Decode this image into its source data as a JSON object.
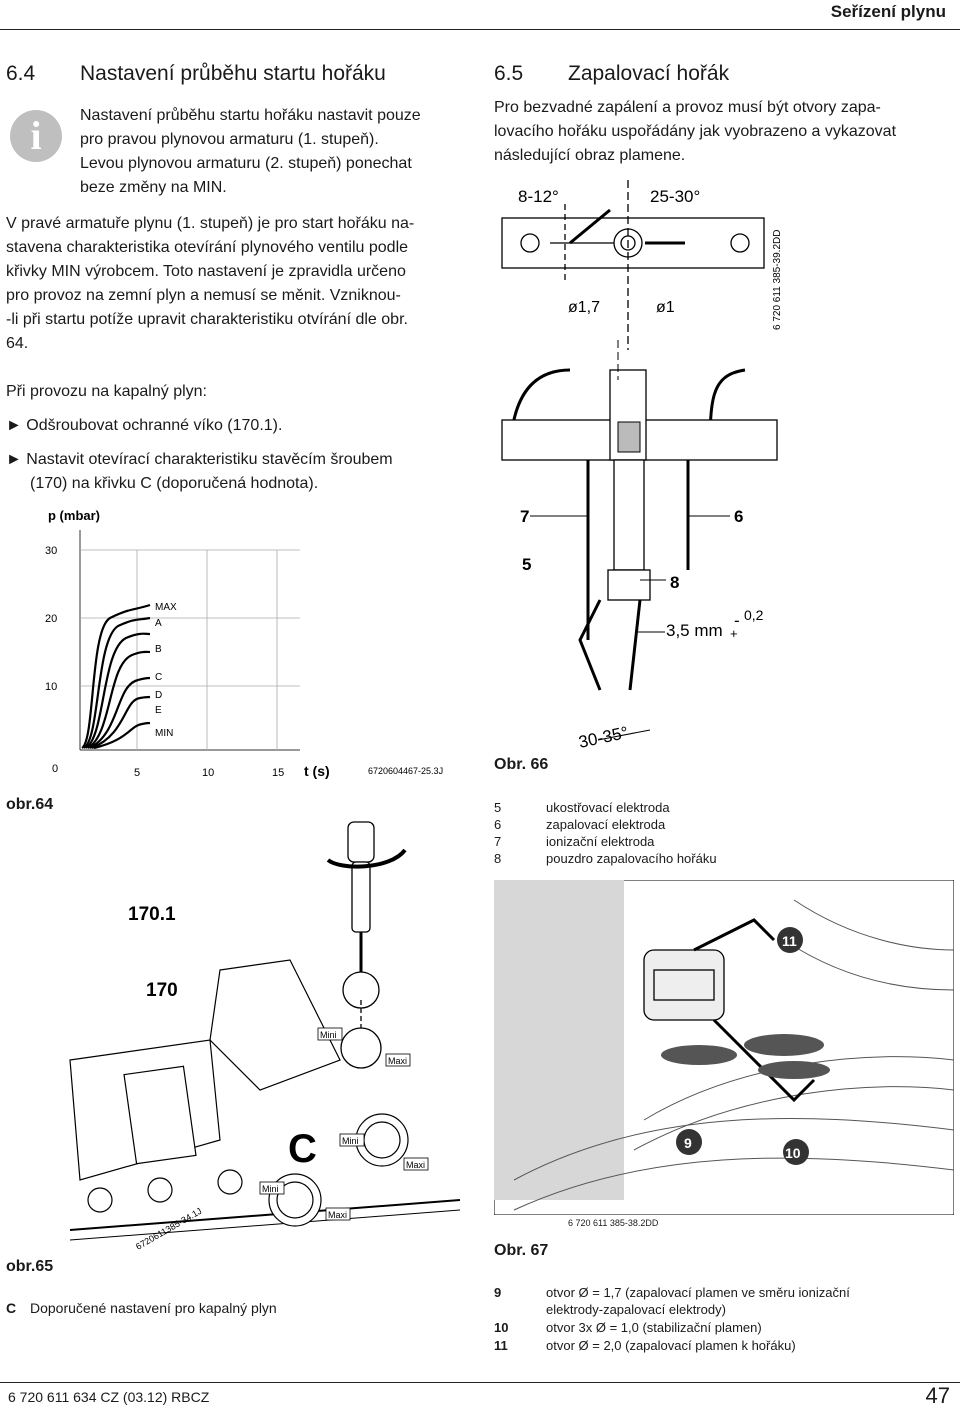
{
  "header": {
    "title": "Seřízení plynu"
  },
  "sec64": {
    "num": "6.4",
    "title": "Nastavení průběhu startu hořáku",
    "note_lines": [
      "Nastavení průběhu startu hořáku nastavit pouze",
      "pro pravou plynovou armaturu (1. stupeň).",
      "Levou plynovou armaturu (2. stupeň) ponechat",
      "beze změny na MIN."
    ],
    "p1_lines": [
      "V pravé armatuře plynu (1. stupeň) je pro start hořáku na-",
      "stavena charakteristika otevírání plynového ventilu podle",
      "křivky MIN výrobcem. Toto nastavení je zpravidla určeno",
      "pro provoz na zemní plyn a nemusí se měnit. Vzniknou-",
      "-li při startu potíže upravit charakteristiku otvírání dle obr.",
      "64."
    ],
    "p2": "Při provozu na kapalný plyn:",
    "bullet1": "Odšroubovat ochranné víko (170.1).",
    "bullet2_lines": [
      "Nastavit otevírací charakteristiku stavěcím šroubem",
      "(170) na křivku C (doporučená hodnota)."
    ]
  },
  "sec65": {
    "num": "6.5",
    "title": "Zapalovací hořák",
    "p_lines": [
      "Pro bezvadné zapálení a provoz musí být otvory zapa-",
      "lovacího hořáku uspořádány jak vyobrazeno a vykazovat",
      "následující obraz plamene."
    ]
  },
  "fig64": {
    "ylabel": "p (mbar)",
    "xlabel": "t (s)",
    "yticks": [
      "30",
      "20",
      "10",
      "0"
    ],
    "xticks": [
      "5",
      "10",
      "15"
    ],
    "curves": [
      "MAX",
      "A",
      "B",
      "C",
      "D",
      "E",
      "MIN"
    ],
    "code": "6720604467-25.3J",
    "caption": "obr.64"
  },
  "fig66": {
    "angle_top_left": "8-12°",
    "angle_top_right": "25-30°",
    "d1": "ø1,7",
    "d2": "ø1",
    "side_code": "6 720 611 385-39.2DD",
    "n7": "7",
    "n6": "6",
    "n5": "5",
    "n8": "8",
    "gap": "3,5 mm",
    "tol_minus": "-",
    "tol_plus": "+",
    "tol": "0,2",
    "angle_bottom": "30-35°",
    "caption": "Obr. 66"
  },
  "legend66": [
    {
      "n": "5",
      "t": "ukostřovací elektroda"
    },
    {
      "n": "6",
      "t": "zapalovací elektroda"
    },
    {
      "n": "7",
      "t": "ionizační elektroda"
    },
    {
      "n": "8",
      "t": "pouzdro zapalovacího hořáku"
    }
  ],
  "fig65": {
    "l1701": "170.1",
    "l170": "170",
    "lC": "C",
    "mini": "Mini",
    "maxi": "Maxi",
    "code": "6720611385-34.1J",
    "caption": "obr.65",
    "legend_key": "C",
    "legend_text": "Doporučené nastavení pro kapalný plyn"
  },
  "fig67": {
    "n9": "9",
    "n10": "10",
    "n11": "11",
    "code": "6 720 611 385-38.2DD",
    "caption": "Obr. 67"
  },
  "legend67": [
    {
      "n": "9",
      "t1": "otvor Ø = 1,7 (zapalovací plamen ve směru ionizační",
      "t2": "elektrody-zapalovací elektrody)"
    },
    {
      "n": "10",
      "t1": "otvor 3x Ø = 1,0 (stabilizační plamen)",
      "t2": ""
    },
    {
      "n": "11",
      "t1": "otvor Ø = 2,0 (zapalovací plamen k hořáku)",
      "t2": ""
    }
  ],
  "footer": {
    "left": "6 720 611 634 CZ (03.12) RBCZ",
    "page": "47"
  }
}
